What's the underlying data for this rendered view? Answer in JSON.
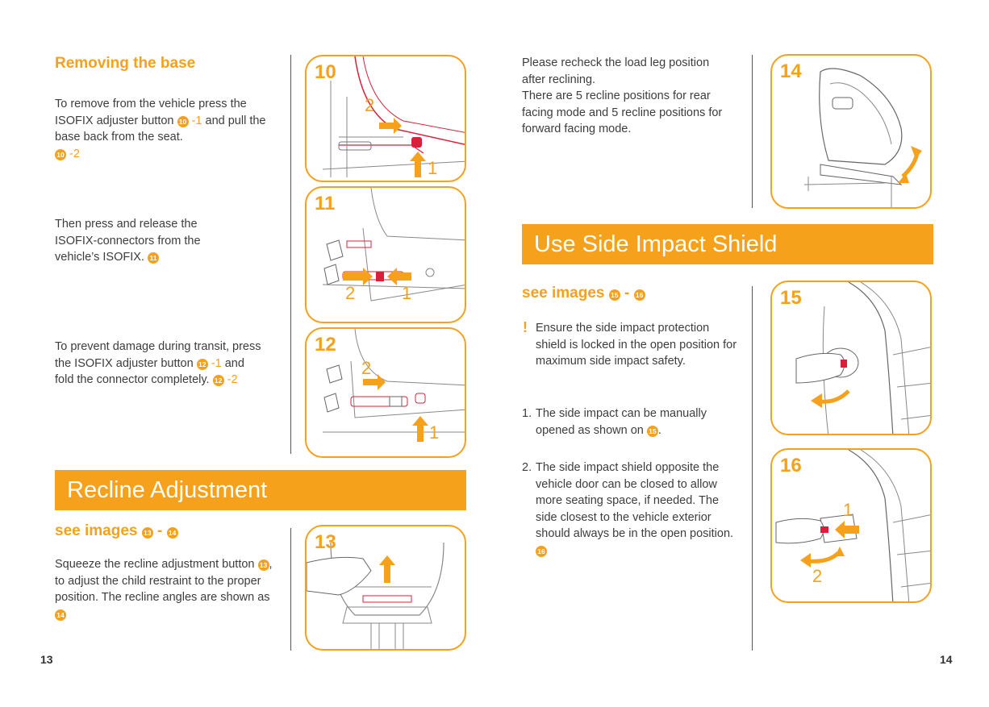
{
  "left": {
    "removing_heading": "Removing the base",
    "para1_a": "To remove from the vehicle press the ISOFIX adjuster button",
    "para1_ref1": "-1",
    "para1_b": "and pull the base back from the seat.",
    "para1_ref2": "-2",
    "para2": "Then press and release the ISOFIX-connectors from the vehicle’s ISOFIX.",
    "para3_a": "To prevent damage during transit, press the ISOFIX adjuster button",
    "para3_ref1": "-1",
    "para3_b": "and fold the connector completely.",
    "para3_ref2": "-2",
    "recline_banner": "Recline Adjustment",
    "see_images": "see images",
    "see_dash": "-",
    "para4_a": "Squeeze the recline adjustment button",
    "para4_b": ", to adjust the child restraint to the proper position. The recline angles are shown as",
    "page_number": "13"
  },
  "right": {
    "para1": "Please recheck the load leg position after reclining.",
    "para2": "There are 5 recline positions for rear facing mode and 5 recline positions for forward facing mode.",
    "side_banner": "Use Side Impact Shield",
    "see_images": "see images",
    "see_dash": "-",
    "warning_mark": "!",
    "warning_text": "Ensure the side impact protection shield is locked in the open position for maximum side impact safety.",
    "item1_num": "1.",
    "item1_text": "The side impact can be manually opened as shown on",
    "item1_end": ".",
    "item2_num": "2.",
    "item2_text": "The side impact shield opposite the vehicle door can be closed to allow more seating space, if needed. The side closest to the vehicle exterior should always be in the open position.",
    "page_number": "14"
  },
  "badges": {
    "b10": "10",
    "b11": "11",
    "b12": "12",
    "b13": "13",
    "b14": "14",
    "b15": "15",
    "b16": "16"
  },
  "panels": {
    "p10": {
      "number": "10",
      "label_1": "1",
      "label_2": "2"
    },
    "p11": {
      "number": "11",
      "label_1": "1",
      "label_2": "2"
    },
    "p12": {
      "number": "12",
      "label_1": "1",
      "label_2": "2"
    },
    "p13": {
      "number": "13"
    },
    "p14": {
      "number": "14"
    },
    "p15": {
      "number": "15"
    },
    "p16": {
      "number": "16",
      "label_1": "1",
      "label_2": "2"
    }
  },
  "colors": {
    "accent": "#f5a11c",
    "seat_red": "#d8203a"
  }
}
